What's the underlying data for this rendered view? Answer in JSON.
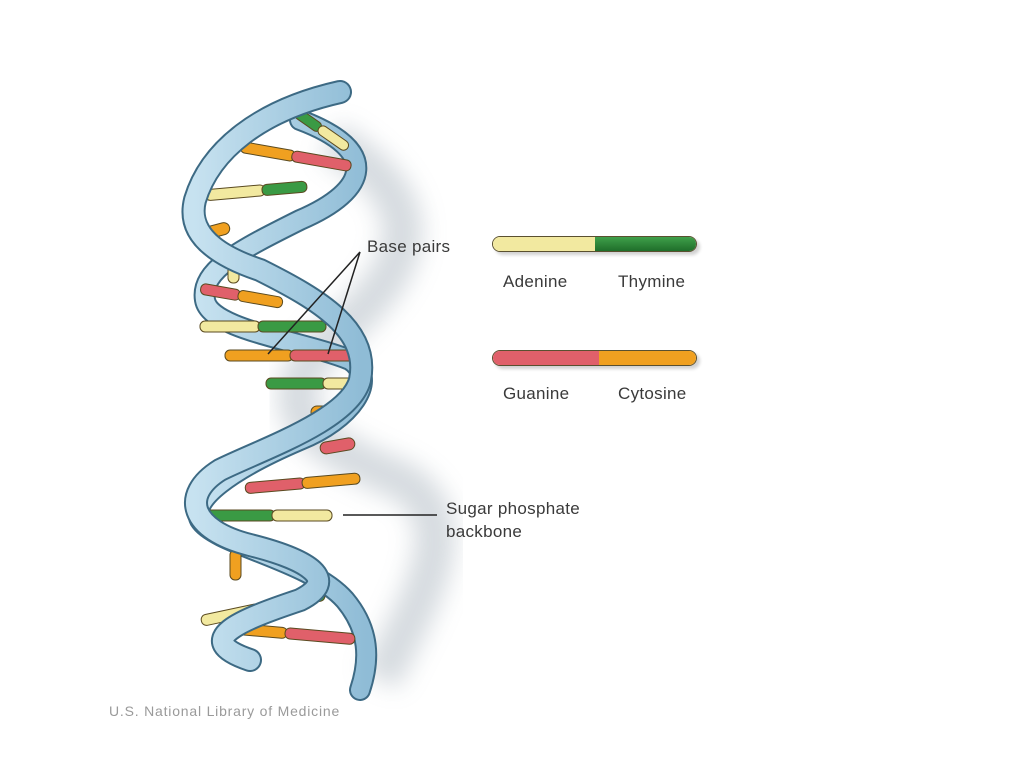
{
  "labels": {
    "base_pairs": "Base pairs",
    "backbone_line1": "Sugar phosphate",
    "backbone_line2": "backbone",
    "footer": "U.S. National Library of Medicine"
  },
  "legend": [
    {
      "left": "Adenine",
      "right": "Thymine",
      "left_color": "#f2e9a0",
      "right_color": "#2e8b3a"
    },
    {
      "left": "Guanine",
      "right": "Cytosine",
      "left_color": "#e0606a",
      "right_color": "#f0a020"
    }
  ],
  "colors": {
    "backbone": "#a9cfe4",
    "backbone_stroke": "#3d6a84",
    "adenine": "#f2e9a0",
    "thymine": "#3a9a44",
    "guanine": "#e0606a",
    "cytosine": "#f0a020"
  }
}
